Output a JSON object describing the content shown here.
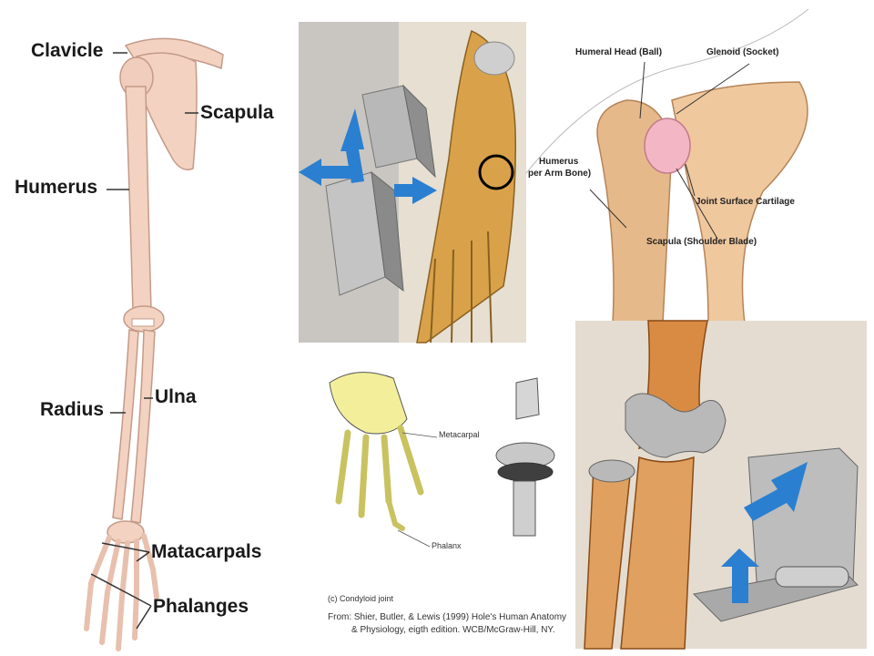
{
  "arm": {
    "labels": {
      "clavicle": "Clavicle",
      "scapula": "Scapula",
      "humerus": "Humerus",
      "radius": "Radius",
      "ulna": "Ulna",
      "metacarpals": "Matacarpals",
      "phalanges": "Phalanges"
    }
  },
  "shoulder": {
    "labels": {
      "humeral_head": "Humeral Head (Ball)",
      "glenoid": "Glenoid (Socket)",
      "humerus_1": "Humerus",
      "humerus_2": "per Arm Bone)",
      "cartilage": "Joint Surface Cartilage",
      "scapula": "Scapula (Shoulder Blade)"
    }
  },
  "condyloid": {
    "labels": {
      "metacarpal": "Metacarpal",
      "phalanx": "Phalanx",
      "caption": "(c) Condyloid joint",
      "credit_1": "From:  Shier, Butler, & Lewis (1999) Hole's Human Anatomy",
      "credit_2": "& Physiology, eigth edition.  WCB/McGraw-Hill, NY."
    }
  },
  "colors": {
    "bone": "#f3d2c2",
    "bone_edge": "#c49a88",
    "gold_bone": "#d9a24a",
    "arrow_blue": "#2b7fd0",
    "metal": "#b8b8b8"
  }
}
